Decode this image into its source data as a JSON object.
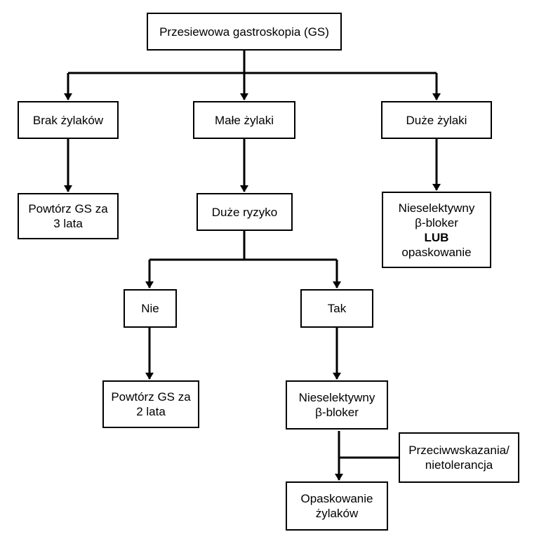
{
  "nodes": {
    "screening": {
      "lines": [
        "Przesiewowa gastroskopia (GS)"
      ]
    },
    "no_varices": {
      "lines": [
        "Brak żylaków"
      ]
    },
    "small_varices": {
      "lines": [
        "Małe żylaki"
      ]
    },
    "large_varices": {
      "lines": [
        "Duże żylaki"
      ]
    },
    "repeat_3": {
      "lines": [
        "Powtórz GS za",
        "3 lata"
      ]
    },
    "high_risk": {
      "lines": [
        "Duże ryzyko"
      ]
    },
    "large_treatment": {
      "lines": [
        "Nieselektywny",
        "β-bloker",
        "LUB",
        "opaskowanie"
      ]
    },
    "no": {
      "lines": [
        "Nie"
      ]
    },
    "yes": {
      "lines": [
        "Tak"
      ]
    },
    "repeat_2": {
      "lines": [
        "Powtórz GS za",
        "2 lata"
      ]
    },
    "beta_blocker": {
      "lines": [
        "Nieselektywny",
        "β-bloker"
      ]
    },
    "contraindication": {
      "lines": [
        "Przeciwwskazania/",
        "nietolerancja"
      ]
    },
    "banding": {
      "lines": [
        "Opaskowanie",
        "żylaków"
      ]
    }
  }
}
